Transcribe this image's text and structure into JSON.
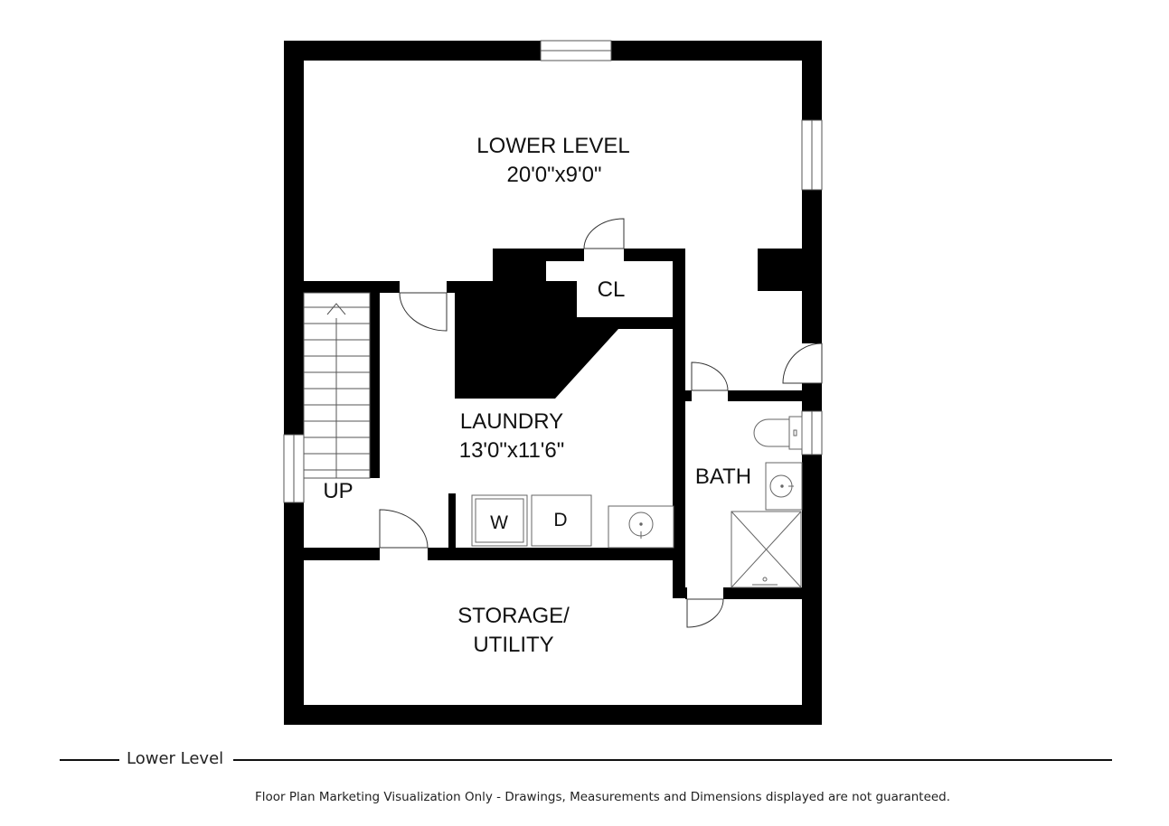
{
  "floor_plan": {
    "rooms": {
      "lower_level": {
        "name": "LOWER LEVEL",
        "dimensions": "20'0\"x9'0\""
      },
      "closet": {
        "name": "CL"
      },
      "laundry": {
        "name": "LAUNDRY",
        "dimensions": "13'0\"x11'6\""
      },
      "bath": {
        "name": "BATH"
      },
      "storage": {
        "name_line1": "STORAGE/",
        "name_line2": "UTILITY"
      }
    },
    "stairs_label": "UP",
    "appliances": {
      "washer": "W",
      "dryer": "D"
    },
    "wall_color": "#000000",
    "floor_color": "#ffffff"
  },
  "caption": {
    "level_name": "Lower Level",
    "disclaimer": "Floor Plan Marketing Visualization Only - Drawings, Measurements and Dimensions displayed are not guaranteed."
  }
}
